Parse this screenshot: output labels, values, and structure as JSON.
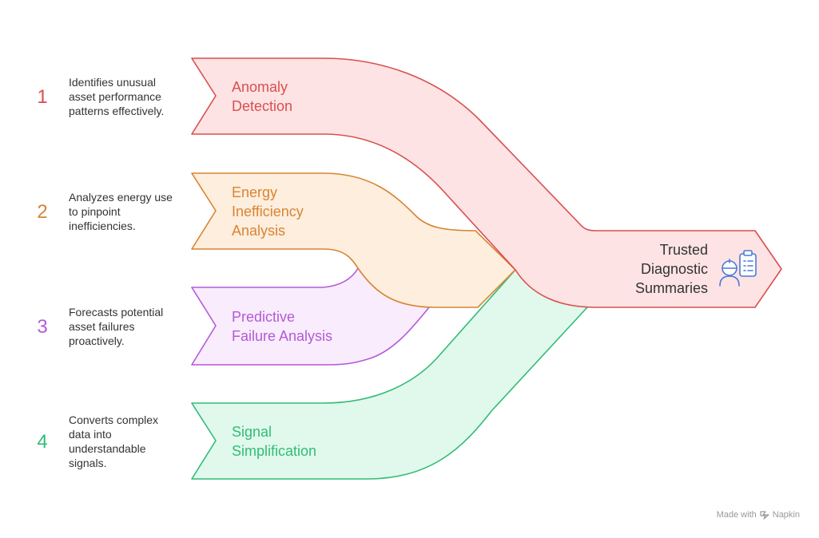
{
  "colors": {
    "anomaly": "#d94f4f",
    "energy": "#d98433",
    "predictive": "#b45ad6",
    "signal": "#33bb77",
    "summary_icon": "#4a7ad6"
  },
  "steps": [
    {
      "number": "1",
      "label": "Anomaly\nDetection",
      "description": "Identifies unusual\nasset performance\npatterns effectively."
    },
    {
      "number": "2",
      "label": "Energy\nInefficiency\nAnalysis",
      "description": "Analyzes energy use\nto pinpoint\ninefficiencies."
    },
    {
      "number": "3",
      "label": "Predictive\nFailure Analysis",
      "description": "Forecasts potential\nasset failures\nproactively."
    },
    {
      "number": "4",
      "label": "Signal\nSimplification",
      "description": "Converts complex\ndata into\nunderstandable\nsignals."
    }
  ],
  "target": {
    "label": "Trusted\nDiagnostic\nSummaries",
    "icon": "worker-clipboard-icon"
  },
  "branding": {
    "made_with": "Made with",
    "brand_name": "Napkin"
  }
}
